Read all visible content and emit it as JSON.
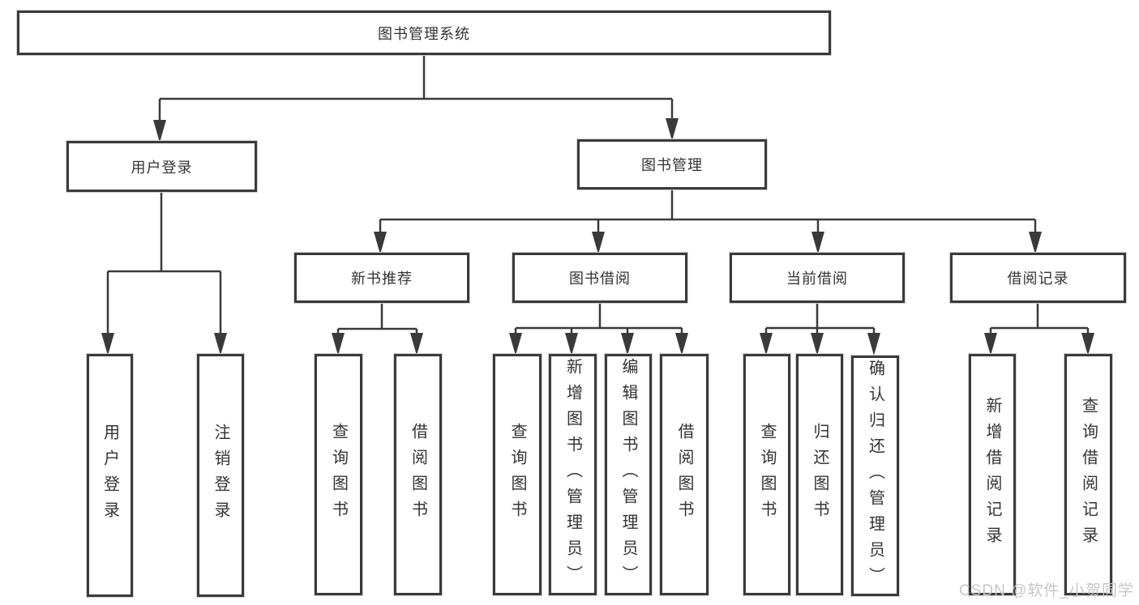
{
  "diagram": {
    "root": {
      "label": "图书管理系统"
    },
    "level2": [
      {
        "label": "用户登录",
        "children": [
          {
            "label": "用户登录"
          },
          {
            "label": "注销登录"
          }
        ]
      },
      {
        "label": "图书管理",
        "children": [
          {
            "label": "新书推荐",
            "children": [
              {
                "label": "查询图书"
              },
              {
                "label": "借阅图书"
              }
            ]
          },
          {
            "label": "图书借阅",
            "children": [
              {
                "label": "查询图书"
              },
              {
                "label": "新增图书（管理员）"
              },
              {
                "label": "编辑图书（管理员）"
              },
              {
                "label": "借阅图书"
              }
            ]
          },
          {
            "label": "当前借阅",
            "children": [
              {
                "label": "查询图书"
              },
              {
                "label": "归还图书"
              },
              {
                "label": "确认归还（管理员）"
              }
            ]
          },
          {
            "label": "借阅记录",
            "children": [
              {
                "label": "新增借阅记录"
              },
              {
                "label": "查询借阅记录"
              }
            ]
          }
        ]
      }
    ]
  },
  "watermark": {
    "text": "CSDN @软件_小贺同学"
  },
  "colors": {
    "line": "#3a3a3a",
    "text": "#333333",
    "background": "#ffffff",
    "watermark": "#c6c6c6"
  }
}
